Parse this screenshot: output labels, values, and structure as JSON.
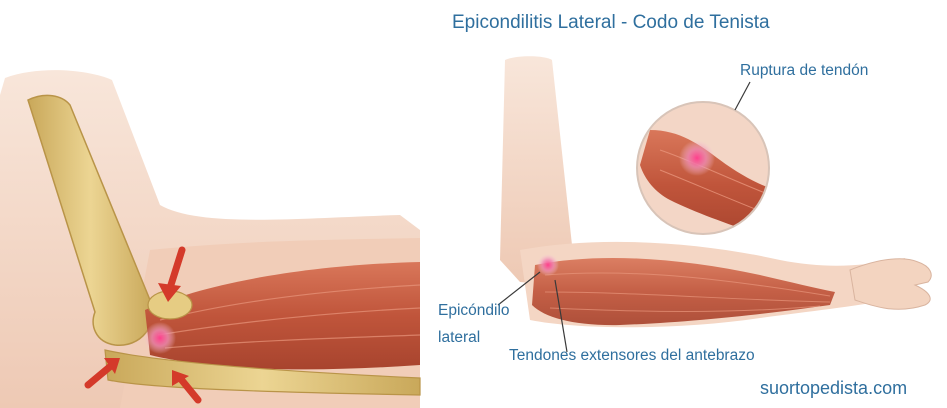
{
  "title": "Epicondilitis Lateral - Codo de Tenista",
  "labels": {
    "rupture": "Ruptura de tendón",
    "epicondyle_line1": "Epicóndilo",
    "epicondyle_line2": "lateral",
    "tendons": "Tendones extensores del antebrazo"
  },
  "watermark": "suortopedista.com",
  "colors": {
    "label_blue": "#2f6f9e",
    "skin": "#f3d9c7",
    "muscle": "#c65a3e",
    "bone": "#e0c277",
    "arrow": "#d43a2a",
    "inflammation": "#e0407a"
  }
}
